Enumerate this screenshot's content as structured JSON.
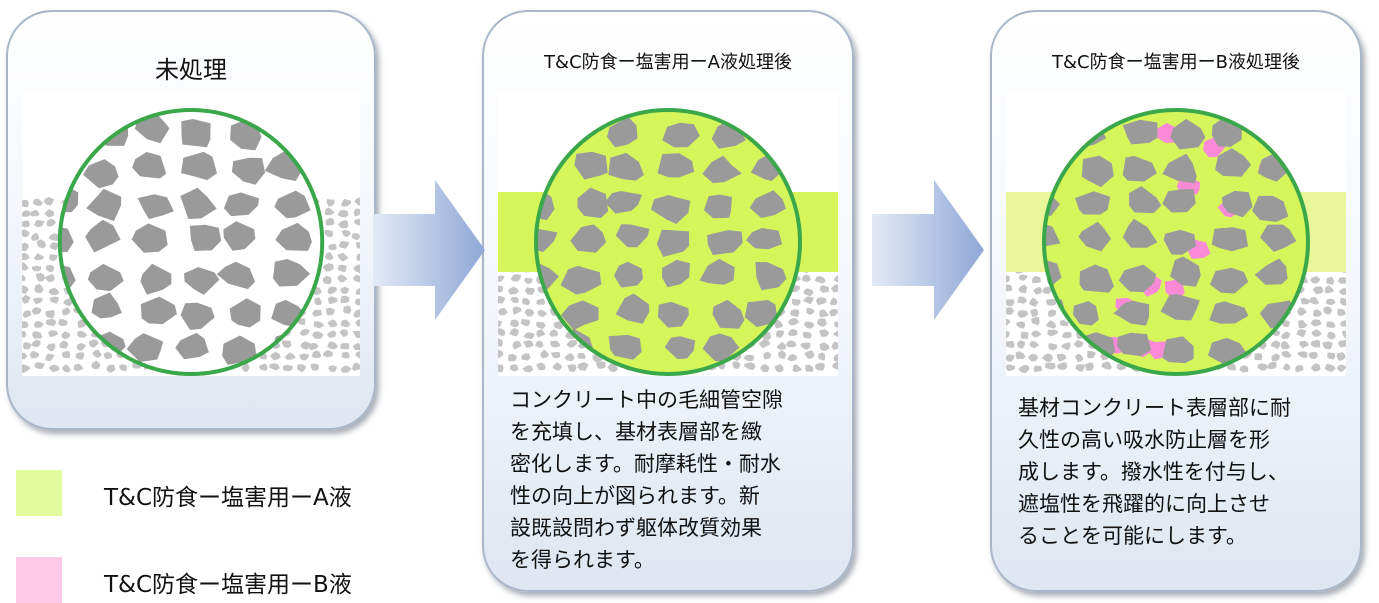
{
  "panels": [
    {
      "title": "未処理",
      "description": []
    },
    {
      "title": "T&C防食ー塩害用ーA液処理後",
      "description": [
        "コンクリート中の毛細管空隙",
        "を充填し、基材表層部を緻",
        "密化します。耐摩耗性・耐水",
        "性の向上が図られます。新",
        "設既設問わず躯体改質効果",
        "を得られます。"
      ]
    },
    {
      "title": "T&C防食ー塩害用ーB液処理後",
      "description": [
        "基材コンクリート表層部に耐",
        "久性の高い吸水防止層を形",
        "成します。撥水性を付与し、",
        "遮塩性を飛躍的に向上させ",
        "ることを可能にします。"
      ]
    }
  ],
  "legend": [
    {
      "label": "T&C防食ー塩害用ーA液",
      "color": "#e2fb9c"
    },
    {
      "label": "T&C防食ー塩害用ーB液",
      "color": "#fcc8e6"
    }
  ],
  "colors": {
    "aggregate": "#9a9a9a",
    "small_aggregate": "#c4c4c4",
    "liquid_a": "#d6f55a",
    "liquid_b": "#f98ad6",
    "circle": "#3aa84a",
    "arrow": "#9bb1d8"
  }
}
